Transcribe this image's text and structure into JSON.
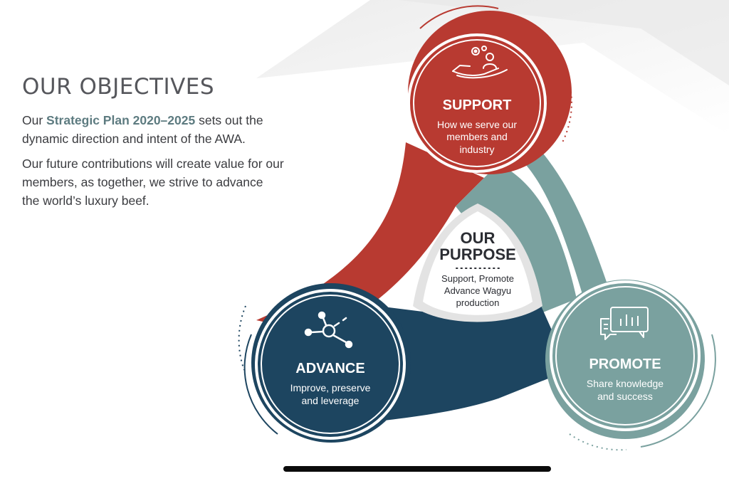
{
  "intro": {
    "heading": "OUR OBJECTIVES",
    "para1_prefix": "Our ",
    "para1_highlight": "Strategic Plan 2020–2025",
    "para1_line1_rest": " sets out the",
    "para1_line2": "dynamic direction and intent of the AWA.",
    "para2_line1": "Our future contributions will create value for our",
    "para2_line2": "members, as together, we strive to advance",
    "para2_line3": "the world’s luxury beef."
  },
  "diagram": {
    "center": {
      "title_line1": "OUR",
      "title_line2": "PURPOSE",
      "desc_line1": "Support, Promote",
      "desc_line2": "Advance Wagyu",
      "desc_line3": "production"
    },
    "support": {
      "title": "SUPPORT",
      "desc_line1": "How we serve our",
      "desc_line2": "members and",
      "desc_line3": "industry",
      "icon": "hand-with-person-and-gears-icon",
      "color": "#b83a31"
    },
    "advance": {
      "title": "ADVANCE",
      "desc_line1": "Improve, preserve",
      "desc_line2": "and leverage",
      "icon": "network-nodes-icon",
      "color": "#1d4560"
    },
    "promote": {
      "title": "PROMOTE",
      "desc_line1": "Share knowledge",
      "desc_line2": "and success",
      "icon": "chat-bubbles-with-chart-icon",
      "color": "#7aa19f"
    }
  }
}
